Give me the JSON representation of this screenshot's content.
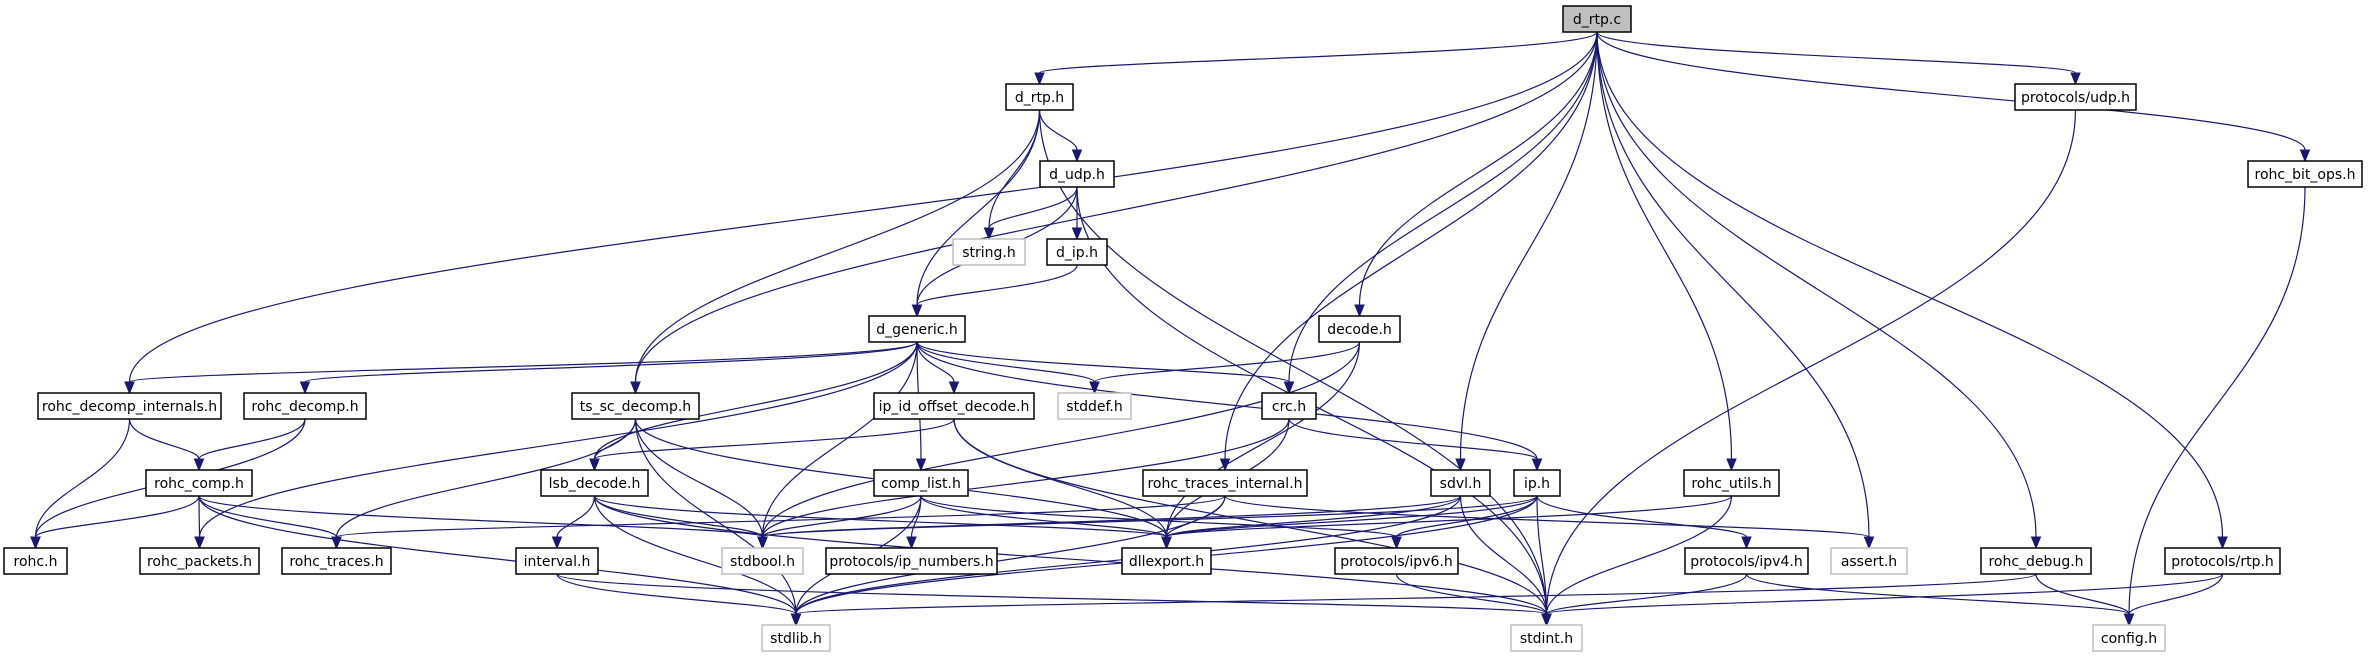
{
  "graph": {
    "title": "d_rtp.c",
    "edge_color": "#191970",
    "root_fill": "#bfbfbf",
    "system_border": "#bfbfbf",
    "nodes": [
      {
        "id": "d_rtp_c",
        "label": "d_rtp.c",
        "kind": "root"
      },
      {
        "id": "d_rtp_h",
        "label": "d_rtp.h",
        "kind": "local"
      },
      {
        "id": "protocols_udp_h",
        "label": "protocols/udp.h",
        "kind": "local"
      },
      {
        "id": "rohc_bit_ops_h",
        "label": "rohc_bit_ops.h",
        "kind": "local"
      },
      {
        "id": "d_udp_h",
        "label": "d_udp.h",
        "kind": "local"
      },
      {
        "id": "string_h",
        "label": "string.h",
        "kind": "system"
      },
      {
        "id": "d_ip_h",
        "label": "d_ip.h",
        "kind": "local"
      },
      {
        "id": "d_generic_h",
        "label": "d_generic.h",
        "kind": "local"
      },
      {
        "id": "decode_h",
        "label": "decode.h",
        "kind": "local"
      },
      {
        "id": "rohc_decomp_internals_h",
        "label": "rohc_decomp_internals.h",
        "kind": "local"
      },
      {
        "id": "rohc_decomp_h",
        "label": "rohc_decomp.h",
        "kind": "local"
      },
      {
        "id": "ts_sc_decomp_h",
        "label": "ts_sc_decomp.h",
        "kind": "local"
      },
      {
        "id": "ip_id_offset_decode_h",
        "label": "ip_id_offset_decode.h",
        "kind": "local"
      },
      {
        "id": "stddef_h",
        "label": "stddef.h",
        "kind": "system"
      },
      {
        "id": "crc_h",
        "label": "crc.h",
        "kind": "local"
      },
      {
        "id": "rohc_comp_h",
        "label": "rohc_comp.h",
        "kind": "local"
      },
      {
        "id": "lsb_decode_h",
        "label": "lsb_decode.h",
        "kind": "local"
      },
      {
        "id": "comp_list_h",
        "label": "comp_list.h",
        "kind": "local"
      },
      {
        "id": "rohc_traces_internal_h",
        "label": "rohc_traces_internal.h",
        "kind": "local"
      },
      {
        "id": "sdvl_h",
        "label": "sdvl.h",
        "kind": "local"
      },
      {
        "id": "ip_h",
        "label": "ip.h",
        "kind": "local"
      },
      {
        "id": "rohc_utils_h",
        "label": "rohc_utils.h",
        "kind": "local"
      },
      {
        "id": "rohc_h",
        "label": "rohc.h",
        "kind": "local"
      },
      {
        "id": "rohc_packets_h",
        "label": "rohc_packets.h",
        "kind": "local"
      },
      {
        "id": "rohc_traces_h",
        "label": "rohc_traces.h",
        "kind": "local"
      },
      {
        "id": "interval_h",
        "label": "interval.h",
        "kind": "local"
      },
      {
        "id": "stdbool_h",
        "label": "stdbool.h",
        "kind": "system"
      },
      {
        "id": "protocols_ip_numbers_h",
        "label": "protocols/ip_numbers.h",
        "kind": "local"
      },
      {
        "id": "dllexport_h",
        "label": "dllexport.h",
        "kind": "local"
      },
      {
        "id": "protocols_ipv6_h",
        "label": "protocols/ipv6.h",
        "kind": "local"
      },
      {
        "id": "protocols_ipv4_h",
        "label": "protocols/ipv4.h",
        "kind": "local"
      },
      {
        "id": "assert_h",
        "label": "assert.h",
        "kind": "system"
      },
      {
        "id": "rohc_debug_h",
        "label": "rohc_debug.h",
        "kind": "local"
      },
      {
        "id": "protocols_rtp_h",
        "label": "protocols/rtp.h",
        "kind": "local"
      },
      {
        "id": "stdlib_h",
        "label": "stdlib.h",
        "kind": "system"
      },
      {
        "id": "stdint_h",
        "label": "stdint.h",
        "kind": "system"
      },
      {
        "id": "config_h",
        "label": "config.h",
        "kind": "system"
      }
    ],
    "edges": [
      [
        "d_rtp_c",
        "d_rtp_h"
      ],
      [
        "d_rtp_c",
        "rohc_decomp_internals_h"
      ],
      [
        "d_rtp_c",
        "ts_sc_decomp_h"
      ],
      [
        "d_rtp_c",
        "decode_h"
      ],
      [
        "d_rtp_c",
        "crc_h"
      ],
      [
        "d_rtp_c",
        "rohc_traces_internal_h"
      ],
      [
        "d_rtp_c",
        "sdvl_h"
      ],
      [
        "d_rtp_c",
        "rohc_utils_h"
      ],
      [
        "d_rtp_c",
        "assert_h"
      ],
      [
        "d_rtp_c",
        "rohc_debug_h"
      ],
      [
        "d_rtp_c",
        "protocols_udp_h"
      ],
      [
        "d_rtp_c",
        "protocols_rtp_h"
      ],
      [
        "d_rtp_c",
        "rohc_bit_ops_h"
      ],
      [
        "d_rtp_h",
        "d_udp_h"
      ],
      [
        "d_rtp_h",
        "string_h"
      ],
      [
        "d_rtp_h",
        "d_generic_h"
      ],
      [
        "d_rtp_h",
        "ts_sc_decomp_h"
      ],
      [
        "d_rtp_h",
        "stdint_h"
      ],
      [
        "d_udp_h",
        "string_h"
      ],
      [
        "d_udp_h",
        "d_ip_h"
      ],
      [
        "d_udp_h",
        "d_generic_h"
      ],
      [
        "d_udp_h",
        "stdint_h"
      ],
      [
        "d_ip_h",
        "d_generic_h"
      ],
      [
        "d_generic_h",
        "rohc_decomp_internals_h"
      ],
      [
        "d_generic_h",
        "rohc_decomp_h"
      ],
      [
        "d_generic_h",
        "rohc_packets_h"
      ],
      [
        "d_generic_h",
        "lsb_decode_h"
      ],
      [
        "d_generic_h",
        "ip_id_offset_decode_h"
      ],
      [
        "d_generic_h",
        "stddef_h"
      ],
      [
        "d_generic_h",
        "crc_h"
      ],
      [
        "d_generic_h",
        "ip_h"
      ],
      [
        "d_generic_h",
        "comp_list_h"
      ],
      [
        "d_generic_h",
        "stdbool_h"
      ],
      [
        "decode_h",
        "stddef_h"
      ],
      [
        "decode_h",
        "stdbool_h"
      ],
      [
        "decode_h",
        "dllexport_h"
      ],
      [
        "rohc_decomp_internals_h",
        "rohc_comp_h"
      ],
      [
        "rohc_decomp_internals_h",
        "rohc_h"
      ],
      [
        "rohc_decomp_h",
        "rohc_comp_h"
      ],
      [
        "rohc_decomp_h",
        "rohc_h"
      ],
      [
        "ts_sc_decomp_h",
        "lsb_decode_h"
      ],
      [
        "ts_sc_decomp_h",
        "stdbool_h"
      ],
      [
        "ts_sc_decomp_h",
        "rohc_traces_h"
      ],
      [
        "ts_sc_decomp_h",
        "dllexport_h"
      ],
      [
        "ts_sc_decomp_h",
        "stdlib_h"
      ],
      [
        "ip_id_offset_decode_h",
        "lsb_decode_h"
      ],
      [
        "ip_id_offset_decode_h",
        "dllexport_h"
      ],
      [
        "ip_id_offset_decode_h",
        "stdint_h"
      ],
      [
        "crc_h",
        "ip_h"
      ],
      [
        "crc_h",
        "stdbool_h"
      ],
      [
        "crc_h",
        "dllexport_h"
      ],
      [
        "rohc_comp_h",
        "rohc_h"
      ],
      [
        "rohc_comp_h",
        "rohc_packets_h"
      ],
      [
        "rohc_comp_h",
        "rohc_traces_h"
      ],
      [
        "rohc_comp_h",
        "stdbool_h"
      ],
      [
        "rohc_comp_h",
        "stdlib_h"
      ],
      [
        "lsb_decode_h",
        "interval_h"
      ],
      [
        "lsb_decode_h",
        "stdbool_h"
      ],
      [
        "lsb_decode_h",
        "dllexport_h"
      ],
      [
        "lsb_decode_h",
        "stdlib_h"
      ],
      [
        "lsb_decode_h",
        "stdint_h"
      ],
      [
        "comp_list_h",
        "protocols_ip_numbers_h"
      ],
      [
        "comp_list_h",
        "dllexport_h"
      ],
      [
        "comp_list_h",
        "stdbool_h"
      ],
      [
        "comp_list_h",
        "protocols_ipv6_h"
      ],
      [
        "comp_list_h",
        "stdlib_h"
      ],
      [
        "rohc_traces_internal_h",
        "rohc_traces_h"
      ],
      [
        "rohc_traces_internal_h",
        "dllexport_h"
      ],
      [
        "rohc_traces_internal_h",
        "assert_h"
      ],
      [
        "rohc_traces_internal_h",
        "stdlib_h"
      ],
      [
        "sdvl_h",
        "dllexport_h"
      ],
      [
        "sdvl_h",
        "stdbool_h"
      ],
      [
        "sdvl_h",
        "stdint_h"
      ],
      [
        "sdvl_h",
        "stdlib_h"
      ],
      [
        "ip_h",
        "dllexport_h"
      ],
      [
        "ip_h",
        "protocols_ipv6_h"
      ],
      [
        "ip_h",
        "protocols_ipv4_h"
      ],
      [
        "ip_h",
        "stdint_h"
      ],
      [
        "ip_h",
        "stdbool_h"
      ],
      [
        "ip_h",
        "stdlib_h"
      ],
      [
        "rohc_utils_h",
        "dllexport_h"
      ],
      [
        "rohc_utils_h",
        "stdint_h"
      ],
      [
        "interval_h",
        "stdlib_h"
      ],
      [
        "interval_h",
        "stdint_h"
      ],
      [
        "protocols_ipv6_h",
        "stdint_h"
      ],
      [
        "protocols_ipv4_h",
        "stdint_h"
      ],
      [
        "protocols_ipv4_h",
        "config_h"
      ],
      [
        "rohc_debug_h",
        "config_h"
      ],
      [
        "rohc_debug_h",
        "stdlib_h"
      ],
      [
        "protocols_rtp_h",
        "config_h"
      ],
      [
        "protocols_rtp_h",
        "stdint_h"
      ],
      [
        "protocols_udp_h",
        "stdint_h"
      ],
      [
        "rohc_bit_ops_h",
        "config_h"
      ]
    ]
  }
}
